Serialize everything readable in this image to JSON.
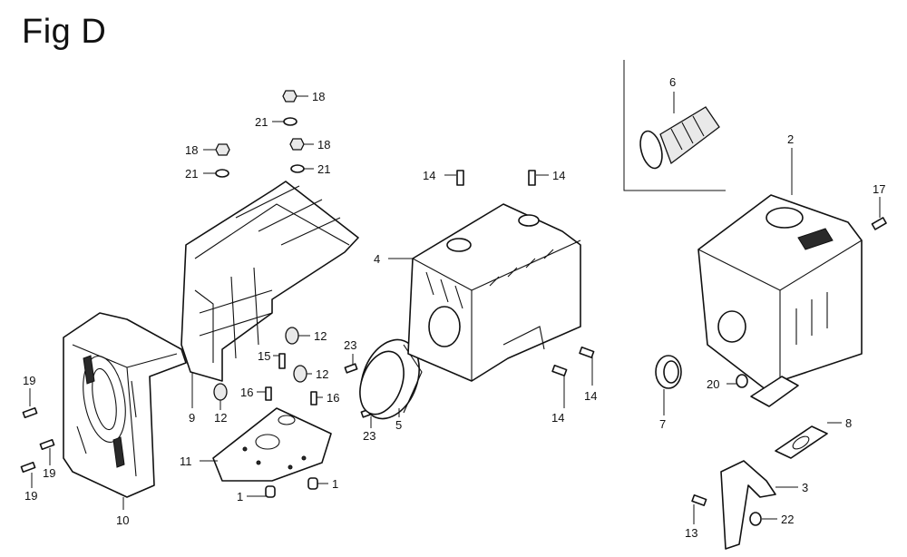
{
  "figure": {
    "title": "Fig D"
  },
  "callouts": {
    "c1a": "1",
    "c1b": "1",
    "c2": "2",
    "c3": "3",
    "c4": "4",
    "c5": "5",
    "c6": "6",
    "c7": "7",
    "c8": "8",
    "c9": "9",
    "c10": "10",
    "c11": "11",
    "c12a": "12",
    "c12b": "12",
    "c12c": "12",
    "c13": "13",
    "c14a": "14",
    "c14b": "14",
    "c14c": "14",
    "c14d": "14",
    "c15": "15",
    "c16a": "16",
    "c16b": "16",
    "c17": "17",
    "c18a": "18",
    "c18b": "18",
    "c18c": "18",
    "c19a": "19",
    "c19b": "19",
    "c19c": "19",
    "c20": "20",
    "c21a": "21",
    "c21b": "21",
    "c21c": "21",
    "c22": "22",
    "c23a": "23",
    "c23b": "23"
  }
}
